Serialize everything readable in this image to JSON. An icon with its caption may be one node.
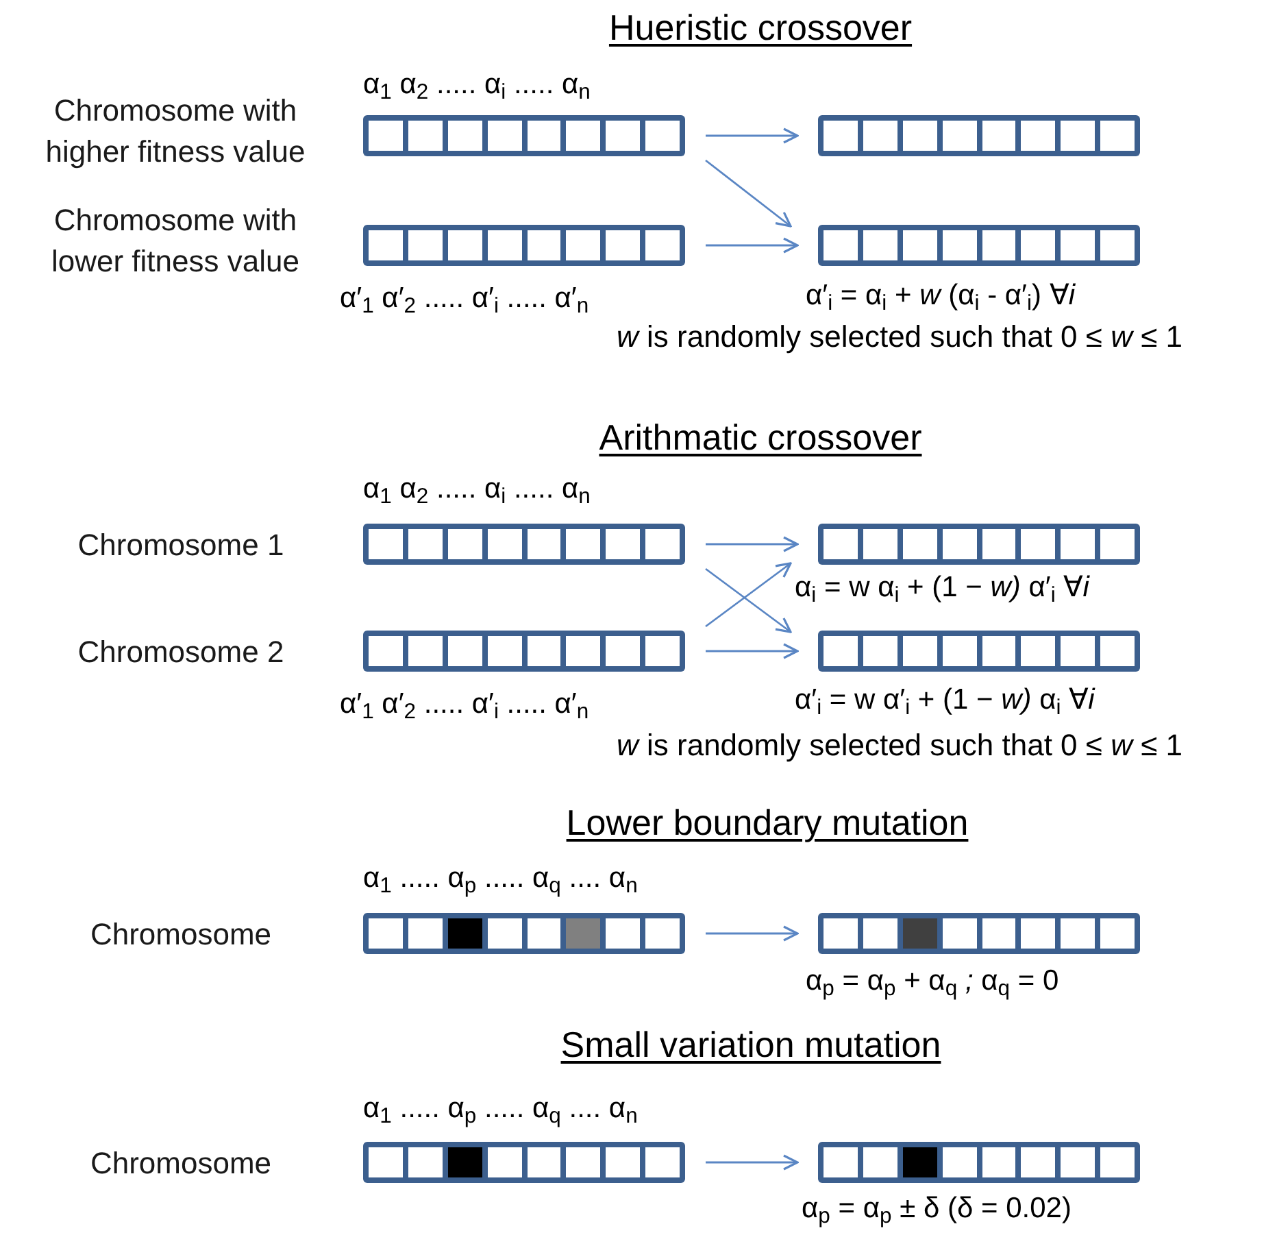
{
  "diagram": {
    "nodes": [
      {
        "text": [],
        "shape": "bar",
        "beside": [
          "Chromosome with higher fitness value",
          "α$_{1}$ α$_{2}$ ..... α$_{i}$ ..... α$_{n}$"
        ]
      },
      {
        "text": [],
        "shape": "bar",
        "beside": [
          "Chromosome with lower fitness value",
          "α′$_{1}$ α′$_{2}$ ..... α′$_{i}$ ..... α′$_{n}$"
        ]
      },
      {
        "text": [],
        "shape": "bar"
      },
      {
        "text": [],
        "shape": "bar",
        "beside": [
          "α′$_{i}$ = α$_{i}$ + *w* (α$_{i}$ - α′$_{i}$) ∀*i*"
        ]
      },
      {
        "text": [],
        "shape": "bar",
        "beside": [
          "Chromosome 1",
          "α$_{1}$ α$_{2}$ ..... α$_{i}$ ..... α$_{n}$"
        ]
      },
      {
        "text": [],
        "shape": "bar",
        "beside": [
          "Chromosome 2",
          "α′$_{1}$ α′$_{2}$ ..... α′$_{i}$ ..... α′$_{n}$"
        ]
      },
      {
        "text": [],
        "shape": "bar",
        "beside": [
          "α$_{i}$ = w α$_{i}$ + (1 − *w)* α′$_{i}$ ∀*i*"
        ]
      },
      {
        "text": [],
        "shape": "bar",
        "beside": [
          "α′$_{i}$ = w α′$_{i}$ + (1 − *w)* α$_{i}$ ∀*i*"
        ]
      },
      {
        "text": [],
        "shape": "bar",
        "beside": [
          "Chromosome",
          "α$_{1}$ ..... α$_{p}$ ..... α$_{q}$ .... α$_{n}$"
        ]
      },
      {
        "text": [],
        "shape": "bar",
        "beside": [
          "α$_{p}$ = α$_{p}$ + α$_{q}$ *;* α$_{q}$ = 0"
        ]
      },
      {
        "text": [],
        "shape": "bar",
        "beside": [
          "Chromosome",
          "α$_{1}$ ..... α$_{p}$ ..... α$_{q}$ .... α$_{n}$"
        ]
      },
      {
        "text": [],
        "shape": "bar",
        "beside": [
          "α$_{p}$ = α$_{p}$ ± δ (δ = 0.02)"
        ]
      }
    ],
    "edges": [
      {
        "from": 0,
        "to": 2,
        "arrow": "to"
      },
      {
        "from": 0,
        "to": 3,
        "arrow": "to"
      },
      {
        "from": 1,
        "to": 3,
        "arrow": "to"
      },
      {
        "from": 4,
        "to": 6,
        "arrow": "to"
      },
      {
        "from": 4,
        "to": 7,
        "arrow": "to"
      },
      {
        "from": 5,
        "to": 6,
        "arrow": "to"
      },
      {
        "from": 5,
        "to": 7,
        "arrow": "to"
      },
      {
        "from": 8,
        "to": 9,
        "arrow": "to"
      },
      {
        "from": 10,
        "to": 11,
        "arrow": "to"
      }
    ],
    "labels": [
      "Hueristic crossover",
      "*w* is randomly selected such that 0 ≤ *w* ≤ 1",
      "Arithmatic crossover",
      "*w* is randomly selected such that 0 ≤ *w* ≤ 1",
      "Lower boundary mutation",
      "Small variation mutation"
    ]
  }
}
